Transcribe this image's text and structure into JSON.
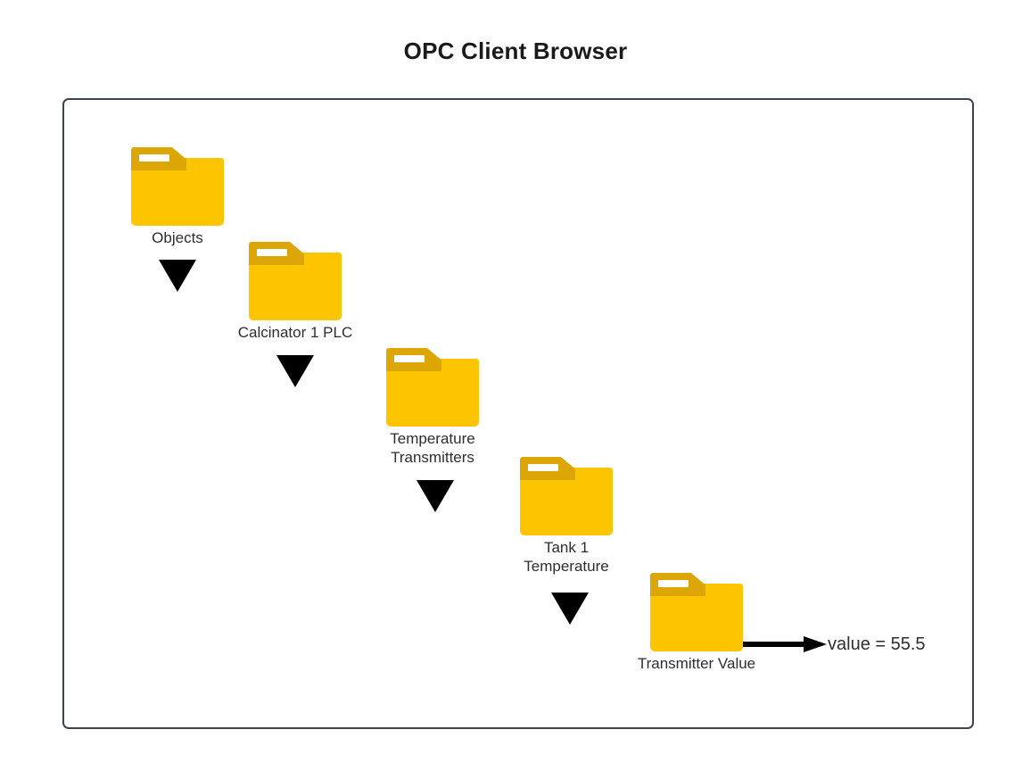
{
  "page": {
    "title": "OPC Client Browser"
  },
  "diagram": {
    "nodes": [
      {
        "icon": "folder-icon",
        "label": "Objects"
      },
      {
        "icon": "folder-icon",
        "label": "Calcinator 1 PLC"
      },
      {
        "icon": "folder-icon",
        "label": "Temperature\nTransmitters"
      },
      {
        "icon": "folder-icon",
        "label": "Tank 1\nTemperature"
      },
      {
        "icon": "folder-icon",
        "label": "Transmitter Value"
      }
    ],
    "connectors": [
      {
        "icon": "triangle-down-icon"
      },
      {
        "icon": "triangle-down-icon"
      },
      {
        "icon": "triangle-down-icon"
      },
      {
        "icon": "triangle-down-icon"
      }
    ],
    "value_arrow": {
      "icon": "arrow-right-icon"
    },
    "value_readout": "value = 55.5"
  },
  "colors": {
    "folder_body": "#FDC500",
    "folder_tab": "#DBA606",
    "frame_border": "#3D4350",
    "arrow": "#000000",
    "text": "#2E2E2E"
  }
}
